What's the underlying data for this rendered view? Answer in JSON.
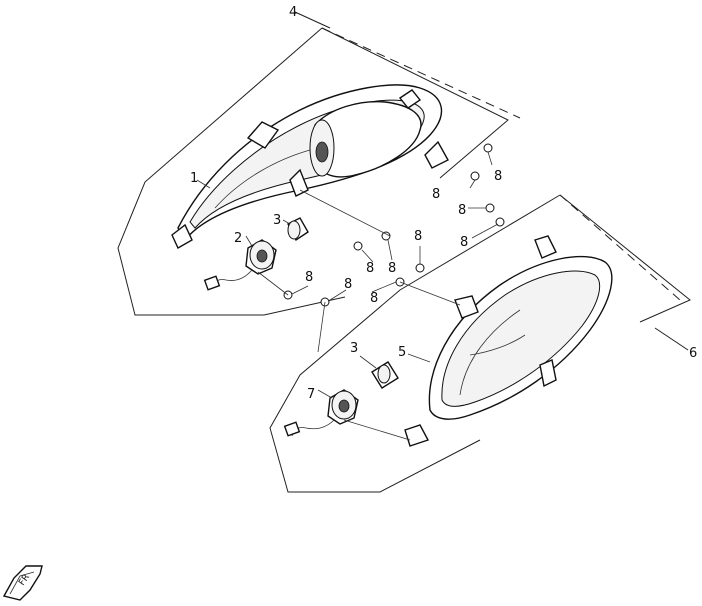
{
  "callouts": {
    "c1": "1",
    "c2": "2",
    "c3a": "3",
    "c3b": "3",
    "c4": "4",
    "c5": "5",
    "c6": "6",
    "c7": "7",
    "c8": [
      "8",
      "8",
      "8",
      "8",
      "8",
      "8",
      "8",
      "8",
      "8",
      "8"
    ]
  },
  "front_badge": "FR"
}
